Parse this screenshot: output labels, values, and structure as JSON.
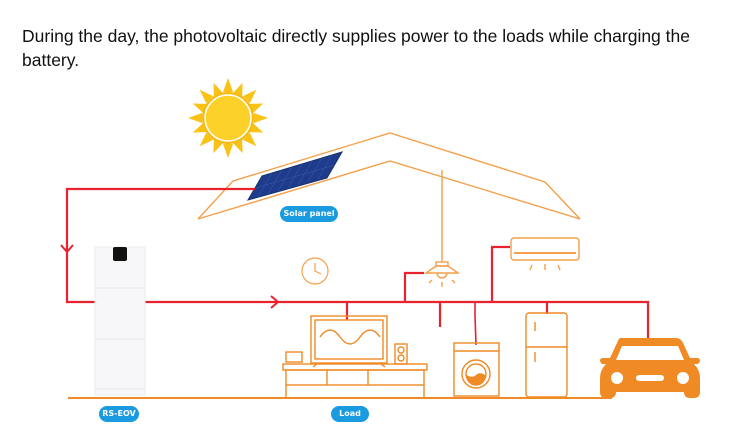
{
  "caption": "During the day, the photovoltaic directly supplies power to the loads while charging the battery.",
  "labels": {
    "solar_panel": "Solar panel",
    "battery_system": "RS-EOV",
    "load": "Load"
  },
  "colors": {
    "power_line": "#e8232f",
    "house_outline": "#f4a04a",
    "appliance": "#f08a24",
    "label_bg": "#1a9be0",
    "sun": "#f9c316",
    "solar_panel": "#1f3c8c"
  },
  "icons": [
    "sun-icon",
    "solar-panel-icon",
    "battery-inverter-icon",
    "clock-icon",
    "ceiling-lamp-icon",
    "air-conditioner-icon",
    "tv-cabinet-icon",
    "washing-machine-icon",
    "refrigerator-icon",
    "car-icon"
  ]
}
